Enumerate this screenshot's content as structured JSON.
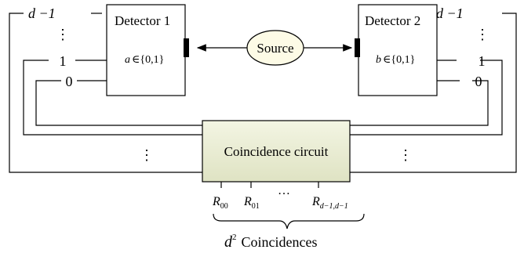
{
  "detector1": {
    "title": "Detector 1",
    "var": "a",
    "set": "∈{0,1}"
  },
  "detector2": {
    "title": "Detector 2",
    "var": "b",
    "set": "∈{0,1}"
  },
  "source": {
    "label": "Source"
  },
  "outputs": {
    "top": "d −1",
    "one": "1",
    "zero": "0",
    "vdots": "⋮"
  },
  "circuit": {
    "label": "Coincidence circuit",
    "vdots": "⋮",
    "hdots": "…"
  },
  "results": {
    "r00": {
      "main": "R",
      "sub": "00"
    },
    "r01": {
      "main": "R",
      "sub": "01"
    },
    "rdd": {
      "main": "R",
      "sub": "d−1,d−1"
    }
  },
  "caption": {
    "base": "d",
    "exp": "2",
    "text": "Coincidences"
  },
  "colors": {
    "circuit_fill_top": "#f3f5e3",
    "circuit_fill_bottom": "#dfe3c3",
    "source_fill": "#fdfbe6"
  }
}
